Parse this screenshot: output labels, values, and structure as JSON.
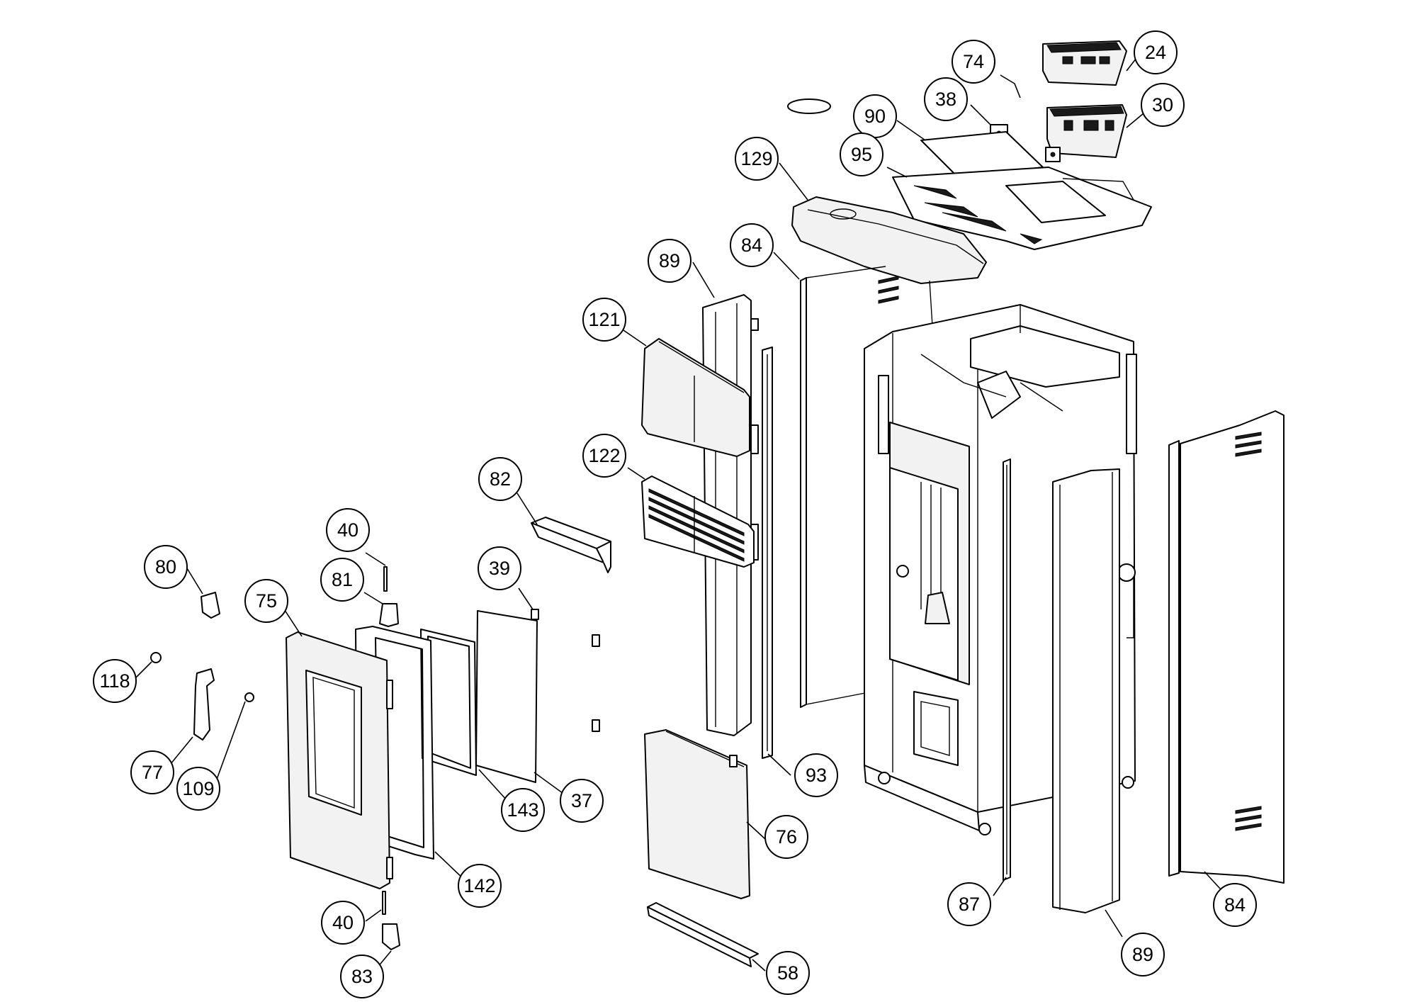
{
  "callouts": [
    {
      "id": "c24",
      "label": "24"
    },
    {
      "id": "c74",
      "label": "74"
    },
    {
      "id": "c38",
      "label": "38"
    },
    {
      "id": "c30",
      "label": "30"
    },
    {
      "id": "c90",
      "label": "90"
    },
    {
      "id": "c95",
      "label": "95"
    },
    {
      "id": "c129",
      "label": "129"
    },
    {
      "id": "c84a",
      "label": "84"
    },
    {
      "id": "c89a",
      "label": "89"
    },
    {
      "id": "c121",
      "label": "121"
    },
    {
      "id": "c122",
      "label": "122"
    },
    {
      "id": "c82",
      "label": "82"
    },
    {
      "id": "c40a",
      "label": "40"
    },
    {
      "id": "c39",
      "label": "39"
    },
    {
      "id": "c80",
      "label": "80"
    },
    {
      "id": "c81",
      "label": "81"
    },
    {
      "id": "c75",
      "label": "75"
    },
    {
      "id": "c118",
      "label": "118"
    },
    {
      "id": "c77",
      "label": "77"
    },
    {
      "id": "c109",
      "label": "109"
    },
    {
      "id": "c143",
      "label": "143"
    },
    {
      "id": "c37",
      "label": "37"
    },
    {
      "id": "c93",
      "label": "93"
    },
    {
      "id": "c76",
      "label": "76"
    },
    {
      "id": "c142",
      "label": "142"
    },
    {
      "id": "c40b",
      "label": "40"
    },
    {
      "id": "c83",
      "label": "83"
    },
    {
      "id": "c58",
      "label": "58"
    },
    {
      "id": "c87",
      "label": "87"
    },
    {
      "id": "c89b",
      "label": "89"
    },
    {
      "id": "c84b",
      "label": "84"
    }
  ]
}
